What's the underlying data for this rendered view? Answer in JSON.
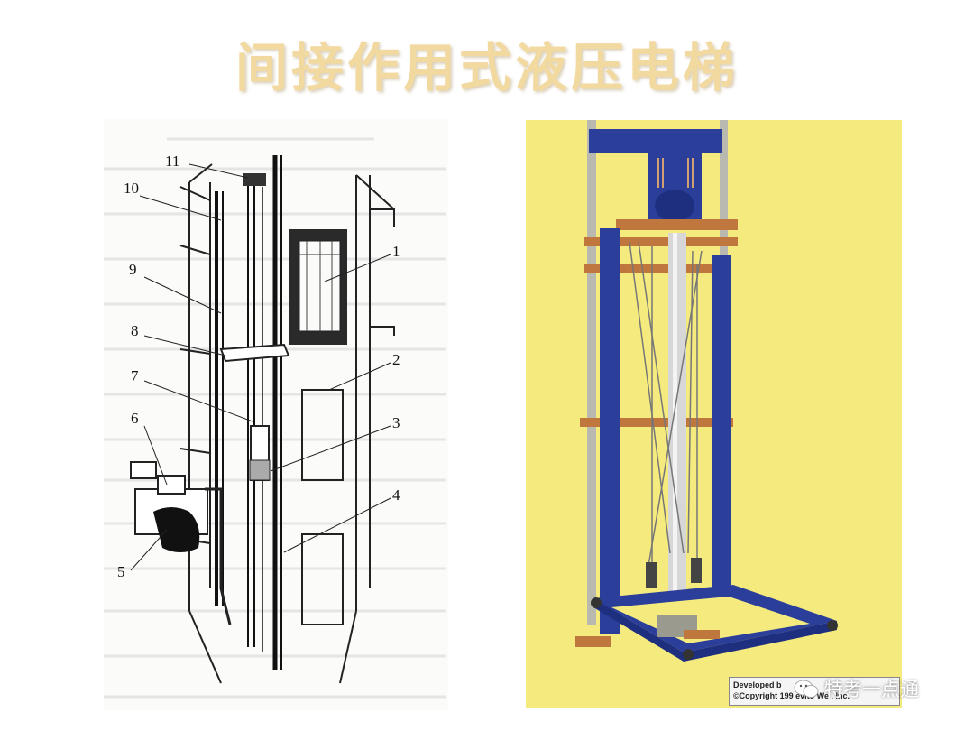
{
  "title": "间接作用式液压电梯",
  "diagram": {
    "labels": [
      "1",
      "2",
      "3",
      "4",
      "5",
      "6",
      "7",
      "8",
      "9",
      "10",
      "11"
    ]
  },
  "photo": {
    "copyright_line1": "Developed b",
    "copyright_line2": "©Copyright 199",
    "copyright_line2b": "evito We",
    "copyright_line2c": ", Inc."
  },
  "watermark": {
    "text": "特考一点通",
    "icon": "wechat-icon"
  },
  "colors": {
    "title": "#f2d9a0",
    "photo_bg": "#f4ea7e",
    "frame_blue": "#2b3f9a",
    "beam_copper": "#c0773d"
  }
}
